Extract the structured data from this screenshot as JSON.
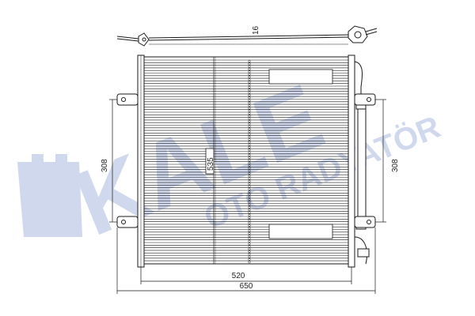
{
  "watermark": {
    "brand": "KALE",
    "tagline": "OTO RADYATÖR",
    "color": "#cfd8ec"
  },
  "drawing": {
    "line_color": "#1a1a1a",
    "dimensions": {
      "top_pipe": "16",
      "core_height": "535",
      "left_bracket_span": "308",
      "right_bracket_span": "308",
      "core_width": "520",
      "overall_width": "650"
    }
  }
}
